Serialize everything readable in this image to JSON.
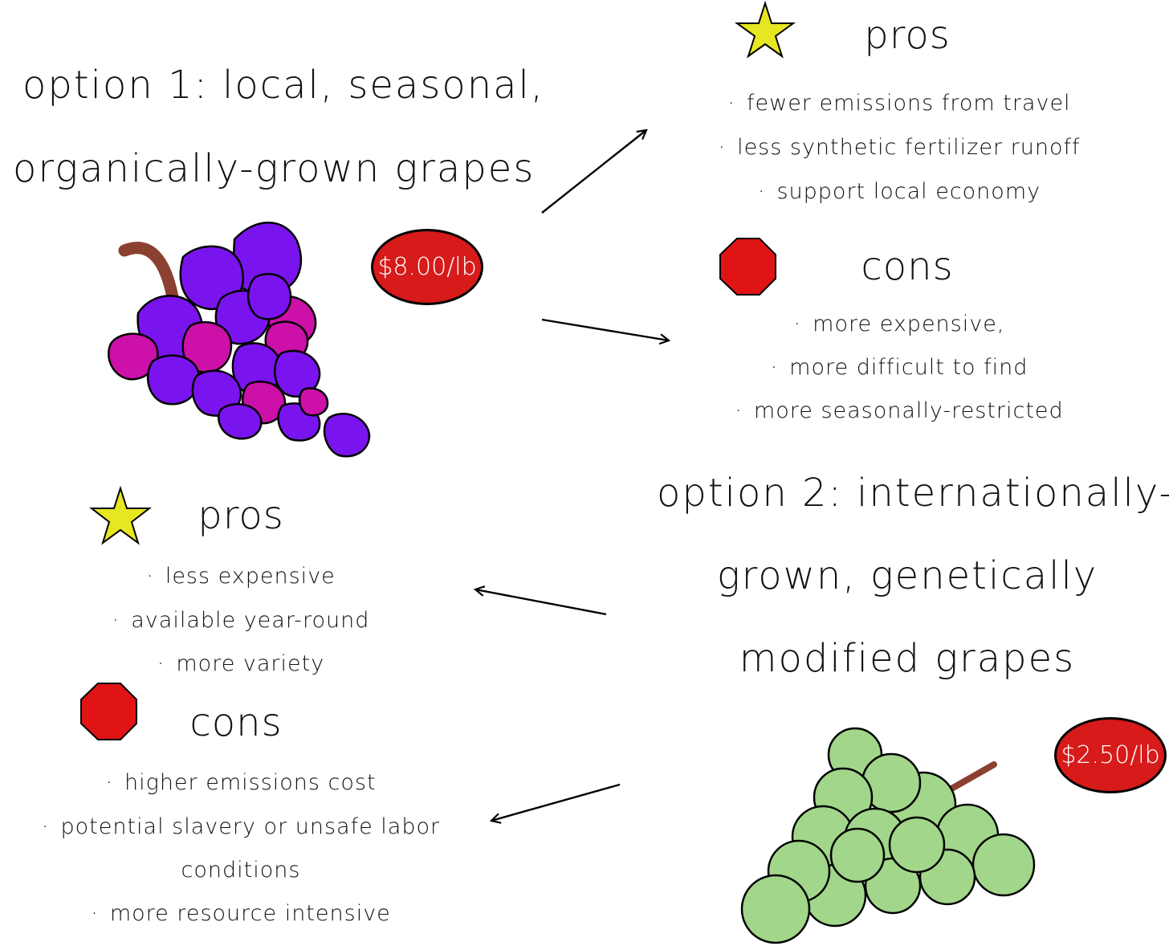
{
  "option1": {
    "title_line1": "option 1: local, seasonal,",
    "title_line2": "organically-grown grapes",
    "price": "$8.00/lb",
    "pros": {
      "heading": "pros",
      "items": [
        "fewer emissions from travel",
        "less synthetic fertilizer runoff",
        "support local economy"
      ]
    },
    "cons": {
      "heading": "cons",
      "items": [
        "more expensive,",
        "more difficult to find",
        "more seasonally-restricted"
      ]
    }
  },
  "option2": {
    "title_line1": "option 2: internationally-",
    "title_line2": "grown, genetically",
    "title_line3": "modified grapes",
    "price": "$2.50/lb",
    "pros": {
      "heading": "pros",
      "items": [
        "less expensive",
        "available year-round",
        "more variety"
      ]
    },
    "cons": {
      "heading": "cons",
      "items": [
        "higher emissions cost",
        "potential slavery or unsafe labor",
        "conditions",
        "more resource intensive"
      ]
    }
  },
  "icons": {
    "pros": "star-icon",
    "cons": "stop-octagon-icon",
    "option1_image": "purple-grapes-icon",
    "option2_image": "green-grapes-icon"
  },
  "colors": {
    "star": "#e6e622",
    "stop": "#e01414",
    "price_badge": "#d71a1a",
    "grape_purple": "#7a14ee",
    "grape_magenta": "#cc10a8",
    "grape_green": "#a2d68a",
    "stem": "#8b4030"
  }
}
